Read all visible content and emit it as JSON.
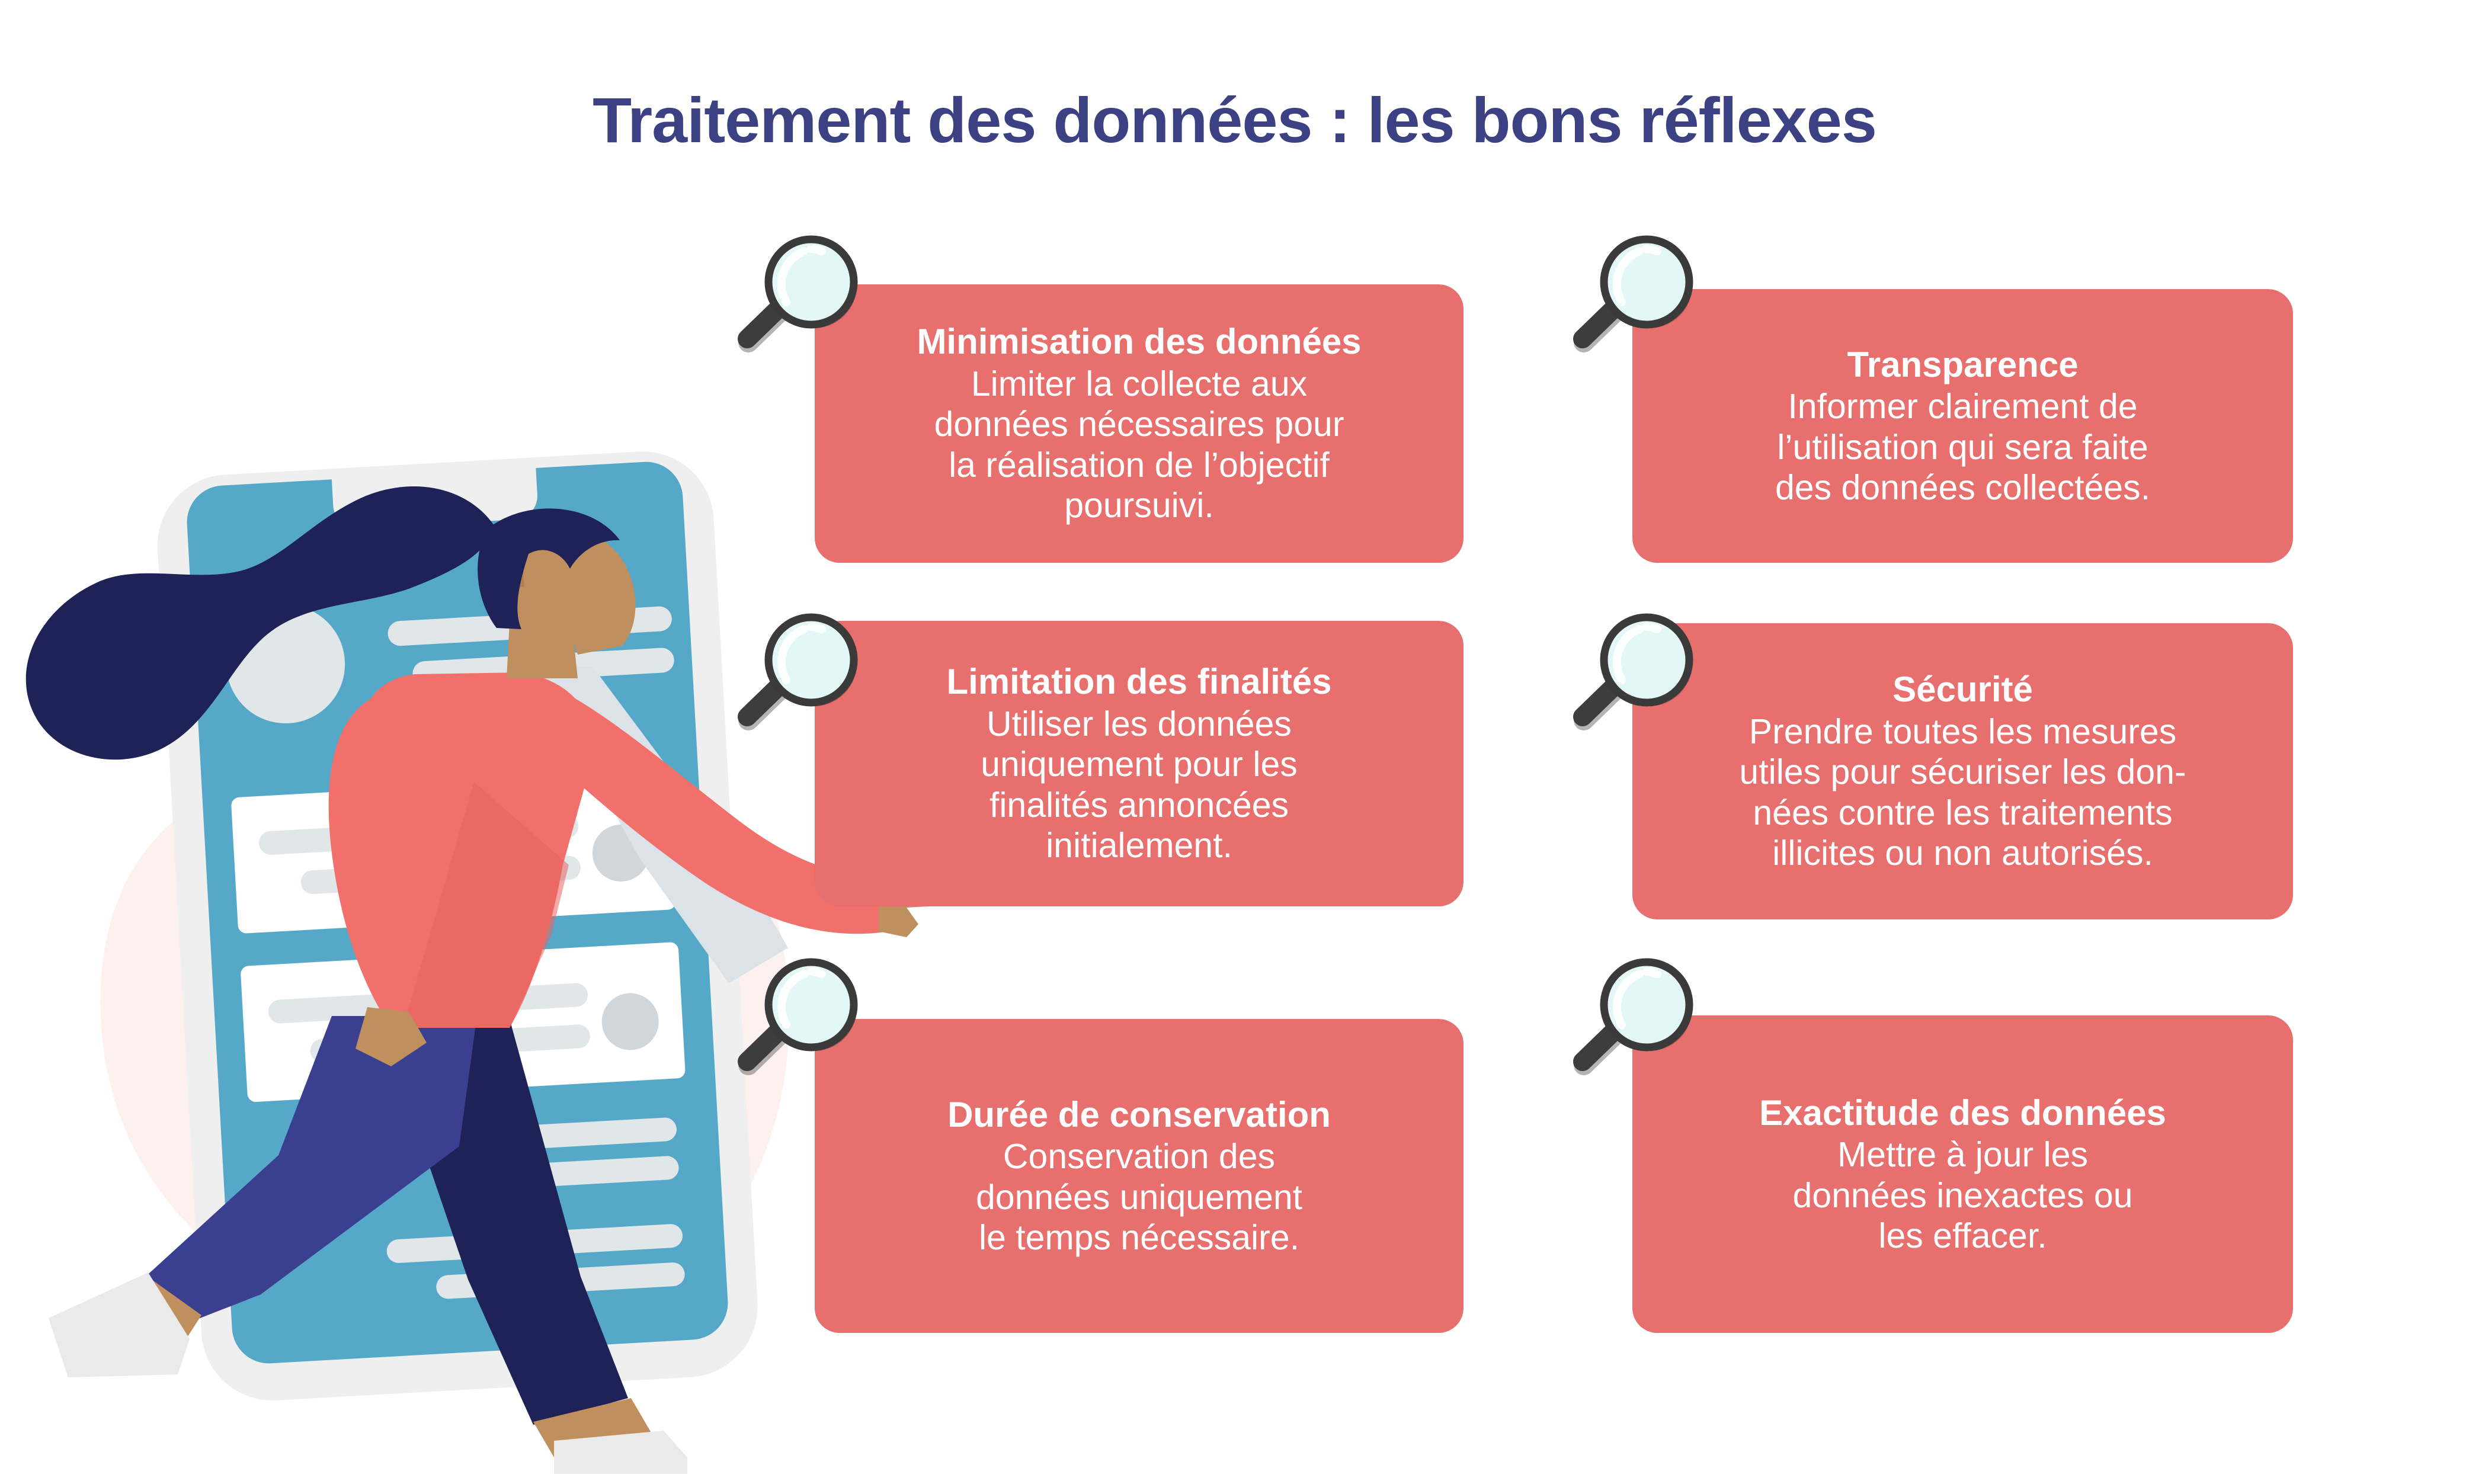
{
  "title": "Traitement des données : les bons réflexes",
  "title_color": "#3C4184",
  "card_color": "#E76F6D",
  "background_color": "#FFFFFF",
  "cards": [
    {
      "id": "minimisation-des-donnees",
      "title": "Minimisation des données",
      "body": "Limiter la collecte aux\ndonnées nécessaires pour\nla réalisation de l’objectif\npoursuivi.",
      "icon": "magnifier-icon",
      "column": "left",
      "row": 1
    },
    {
      "id": "transparence",
      "title": "Transparence",
      "body": "Informer clairement de\nl’utilisation qui sera faite\ndes données collectées.",
      "icon": "magnifier-icon",
      "column": "right",
      "row": 1
    },
    {
      "id": "limitation-des-finalites",
      "title": "Limitation des finalités",
      "body": "Utiliser les données\nuniquement pour les\nfinalités annoncées\ninitialement.",
      "icon": "magnifier-icon",
      "column": "left",
      "row": 2
    },
    {
      "id": "securite",
      "title": "Sécurité",
      "body": "Prendre toutes les mesures\nutiles pour sécuriser les don-\nnées contre les traitements\nillicites ou non autorisés.",
      "icon": "magnifier-icon",
      "column": "right",
      "row": 2
    },
    {
      "id": "duree-de-conservation",
      "title": "Durée de conservation",
      "body": "Conservation des\ndonnées uniquement\nle temps nécessaire.",
      "icon": "magnifier-icon",
      "column": "left",
      "row": 3
    },
    {
      "id": "exactitude-des-donnees",
      "title": "Exactitude des données",
      "body": "Mettre à jour les\ndonnées inexactes ou\nles effacer.",
      "icon": "magnifier-icon",
      "column": "right",
      "row": 3
    }
  ],
  "illustration": {
    "name": "woman-walking-with-smartphone",
    "elements": [
      "background-blob",
      "smartphone",
      "woman-character"
    ],
    "colors": {
      "blob": "#FDF1EF",
      "phone_frame": "#EFEFEF",
      "phone_screen": "#56A8C9",
      "phone_content": "#E1E6E9",
      "hair": "#1E2257",
      "skin": "#C08F5E",
      "jacket": "#F2706B",
      "shirt": "#DCE3E8",
      "trouser_front": "#3B3F8F",
      "trouser_back": "#1E2257",
      "shoe": "#EAEAEA"
    }
  },
  "magnifier_icon": {
    "name": "magnifier-icon",
    "ring_color": "#3A3A3A",
    "lens_color": "#E3F7F6",
    "highlight_color": "#FFFFFF",
    "count": 6
  }
}
